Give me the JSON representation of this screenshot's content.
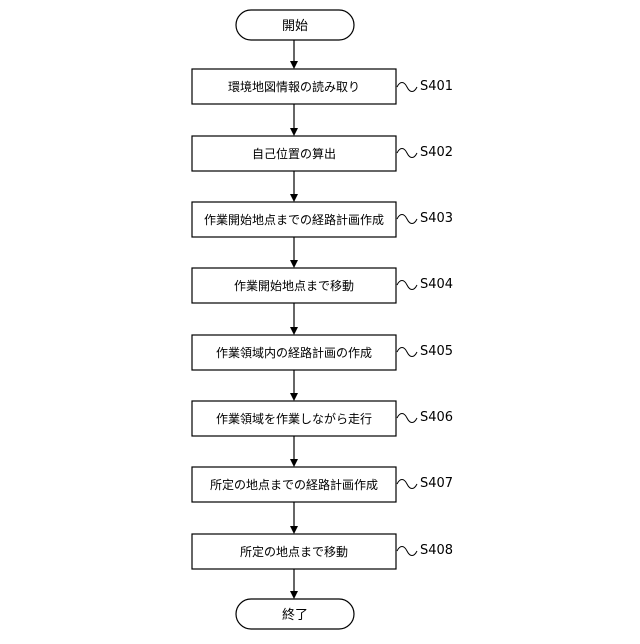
{
  "diagram": {
    "start": "開始",
    "end": "終了",
    "steps": [
      {
        "label": "環境地図情報の読み取り",
        "id": "S401"
      },
      {
        "label": "自己位置の算出",
        "id": "S402"
      },
      {
        "label": "作業開始地点までの経路計画作成",
        "id": "S403"
      },
      {
        "label": "作業開始地点まで移動",
        "id": "S404"
      },
      {
        "label": "作業領域内の経路計画の作成",
        "id": "S405"
      },
      {
        "label": "作業領域を作業しながら走行",
        "id": "S406"
      },
      {
        "label": "所定の地点までの経路計画作成",
        "id": "S407"
      },
      {
        "label": "所定の地点まで移動",
        "id": "S408"
      }
    ]
  }
}
